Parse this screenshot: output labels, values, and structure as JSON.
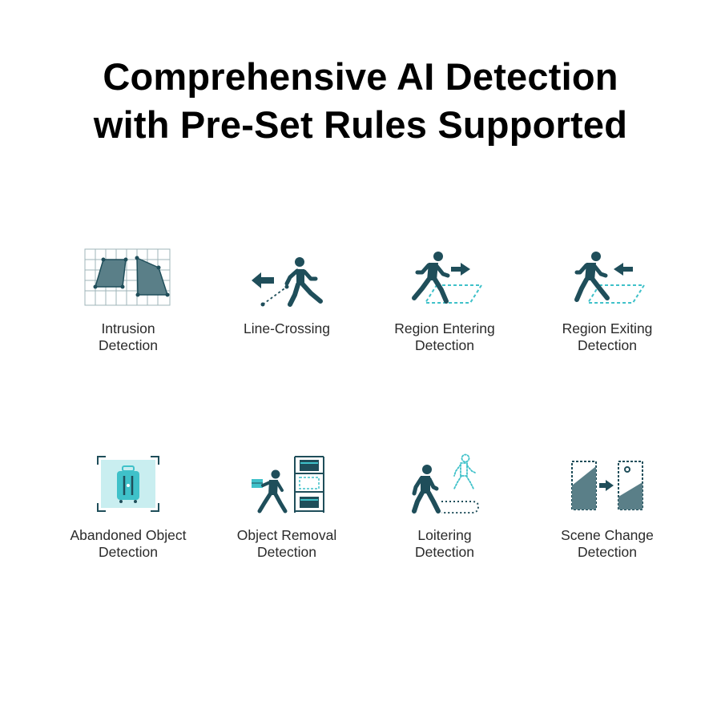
{
  "title": {
    "line1": "Comprehensive AI Detection",
    "line2": "with Pre-Set Rules Supported"
  },
  "colors": {
    "primary": "#1f4e5a",
    "accent": "#3fc1c9",
    "slate": "#5a7f88",
    "grid": "#8fa7ad"
  },
  "features": [
    {
      "icon": "intrusion-icon",
      "line1": "Intrusion",
      "line2": "Detection"
    },
    {
      "icon": "line-crossing-icon",
      "line1": "Line-Crossing",
      "line2": ""
    },
    {
      "icon": "region-entering-icon",
      "line1": "Region Entering",
      "line2": "Detection"
    },
    {
      "icon": "region-exiting-icon",
      "line1": "Region Exiting",
      "line2": "Detection"
    },
    {
      "icon": "abandoned-object-icon",
      "line1": "Abandoned Object",
      "line2": "Detection"
    },
    {
      "icon": "object-removal-icon",
      "line1": "Object Removal",
      "line2": "Detection"
    },
    {
      "icon": "loitering-icon",
      "line1": "Loitering",
      "line2": "Detection"
    },
    {
      "icon": "scene-change-icon",
      "line1": "Scene Change",
      "line2": "Detection"
    }
  ]
}
